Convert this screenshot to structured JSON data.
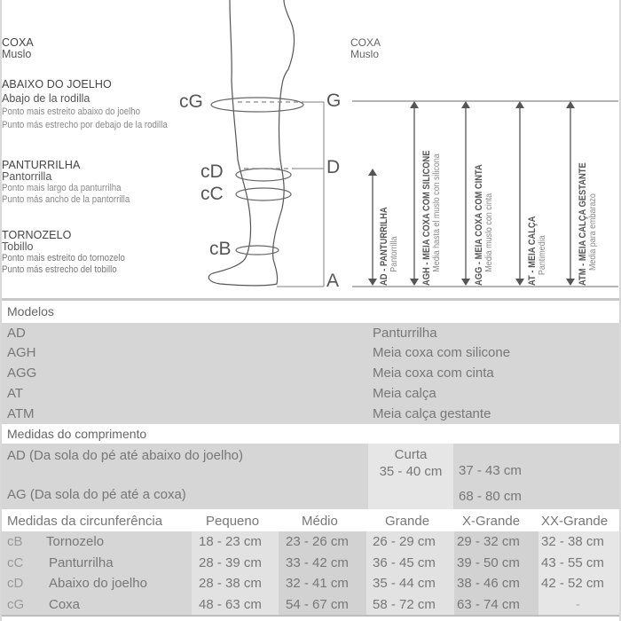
{
  "diagram": {
    "left_labels": [
      {
        "id": "coxa",
        "title": "COXA",
        "subtitle": "Muslo"
      },
      {
        "id": "abaixo-joelho",
        "title": "ABAIXO DO JOELHO",
        "subtitle": "Abajo de la rodilla",
        "note_pt": "Ponto mais estreito abaixo do joelho",
        "note_es": "Punto más estrecho por debajo de la rodilla"
      },
      {
        "id": "panturrilha",
        "title": "PANTURRILHA",
        "subtitle": "Pantorrilla",
        "note_pt": "Ponto mais largo da panturrilha",
        "note_es": "Punto más ancho de la pantorrilla"
      },
      {
        "id": "tornozelo",
        "title": "TORNOZELO",
        "subtitle": "Tobillo",
        "note_pt": "Ponto mais estreito do tornozelo",
        "note_es": "Punto más estrecho del tobillo"
      }
    ],
    "right_label": {
      "title": "COXA",
      "subtitle": "Muslo"
    },
    "circumference_markers": [
      "cG",
      "cD",
      "cC",
      "cB"
    ],
    "length_points": [
      "G",
      "D",
      "A"
    ],
    "models_vertical": [
      {
        "code_title": "AD - PANTURRILHA",
        "subtitle": "Pantorrilla"
      },
      {
        "code_title": "AGH - MEIA COXA COM SILICONE",
        "subtitle": "Media hasta el muslo con silicona"
      },
      {
        "code_title": "AGG - MEIA COXA COM CINTA",
        "subtitle": "Media muslo con cinta"
      },
      {
        "code_title": "AT - MEIA CALÇA",
        "subtitle": "Pantimedia"
      },
      {
        "code_title": "ATM - MEIA CALÇA GESTANTE",
        "subtitle": "Media para embarazo"
      }
    ]
  },
  "models": {
    "title": "Modelos",
    "rows": [
      {
        "code": "AD",
        "name": "Panturrilha"
      },
      {
        "code": "AGH",
        "name": "Meia coxa com silicone"
      },
      {
        "code": "AGG",
        "name": "Meia coxa com cinta"
      },
      {
        "code": "AT",
        "name": "Meia calça"
      },
      {
        "code": "ATM",
        "name": "Meia calça gestante"
      }
    ]
  },
  "length": {
    "title": "Medidas do comprimento",
    "curta_header": "Curta",
    "curta_value": "35 - 40 cm",
    "rows": [
      {
        "label": "AD (Da sola do pé até abaixo do joelho)",
        "value": "37 - 43 cm"
      },
      {
        "label": "AG (Da sola do pé até a coxa)",
        "value": "68 - 80 cm"
      }
    ]
  },
  "circumference": {
    "title": "Medidas da circunferência",
    "sizes": [
      "Pequeno",
      "Médio",
      "Grande",
      "X-Grande",
      "XX-Grande"
    ],
    "rows": [
      {
        "code": "cB",
        "label": "Tornozelo",
        "values": [
          "18 - 23 cm",
          "23 - 26 cm",
          "26 - 29 cm",
          "29 - 32 cm",
          "32 - 38 cm"
        ]
      },
      {
        "code": "cC",
        "label": "Panturrilha",
        "values": [
          "28 - 39 cm",
          "33 - 42 cm",
          "36 - 45 cm",
          "39 - 50 cm",
          "43 - 55 cm"
        ]
      },
      {
        "code": "cD",
        "label": "Abaixo do joelho",
        "values": [
          "28 - 38 cm",
          "32 - 41 cm",
          "35 - 44 cm",
          "38 - 46 cm",
          "42 - 52 cm"
        ]
      },
      {
        "code": "cG",
        "label": "Coxa",
        "values": [
          "48 - 63 cm",
          "54 - 67 cm",
          "58 - 72 cm",
          "63 - 74 cm",
          "-"
        ]
      }
    ]
  },
  "colors": {
    "table_bg": "#d6d6d6",
    "light_col": "#e6e6e6",
    "text": "#777777",
    "line": "#888888"
  }
}
